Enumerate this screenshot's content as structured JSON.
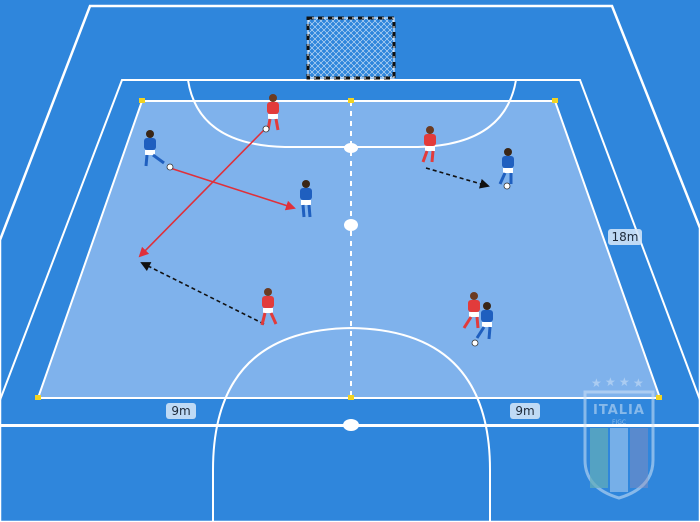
{
  "labels": {
    "length": "18m",
    "left_half_width": "9m",
    "right_half_width": "9m"
  },
  "logo": {
    "text": "ITALIA",
    "subtext": "FIGC"
  },
  "colors": {
    "court_outer": "#2f86dc",
    "drill_area": "#7fb2ec",
    "lines": "#ffffff",
    "team_red": "#e23b3b",
    "team_blue": "#1f5fbf",
    "pass_arrow": "#e0303a",
    "run_arrow": "#111111",
    "cone": "#f2d321"
  }
}
